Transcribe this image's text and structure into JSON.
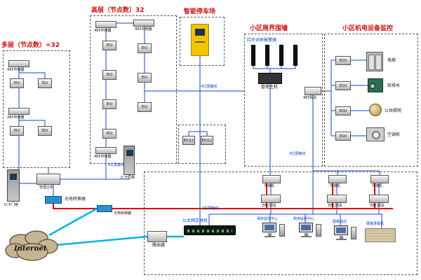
{
  "regions": {
    "multilayer": {
      "title": "多层（节点数）=32"
    },
    "highrise": {
      "title": "高层（节点数）32"
    },
    "parking": {
      "title": "智能停车场"
    },
    "perimeter": {
      "title": "小区周界围墙",
      "alarm": "红外对射报警器"
    },
    "mep": {
      "title": "小区机电设备监控"
    }
  },
  "devices": {
    "repeater": "485中继器",
    "eiu": "EIU",
    "eiu12": "EIU12",
    "eou": "EOU",
    "gateway485": "485网关",
    "e6c": "E6C网关",
    "optical_terminal": "光端机",
    "optical_converter": "光电转换器",
    "router": "路由器",
    "switch": "以太网交换机",
    "door_access": "IC卡门禁",
    "host": "管理主机",
    "elevator": "电梯",
    "water": "给排水",
    "lighting": "公共照明",
    "ac": "空调机",
    "dvr": "硬盘录像机"
  },
  "stations": {
    "security": "保安监控中心",
    "mep_center": "机电监控中心",
    "video": "图像监控"
  },
  "cloud": {
    "label": "Internet"
  },
  "line_label": "4芯屏蔽线"
}
